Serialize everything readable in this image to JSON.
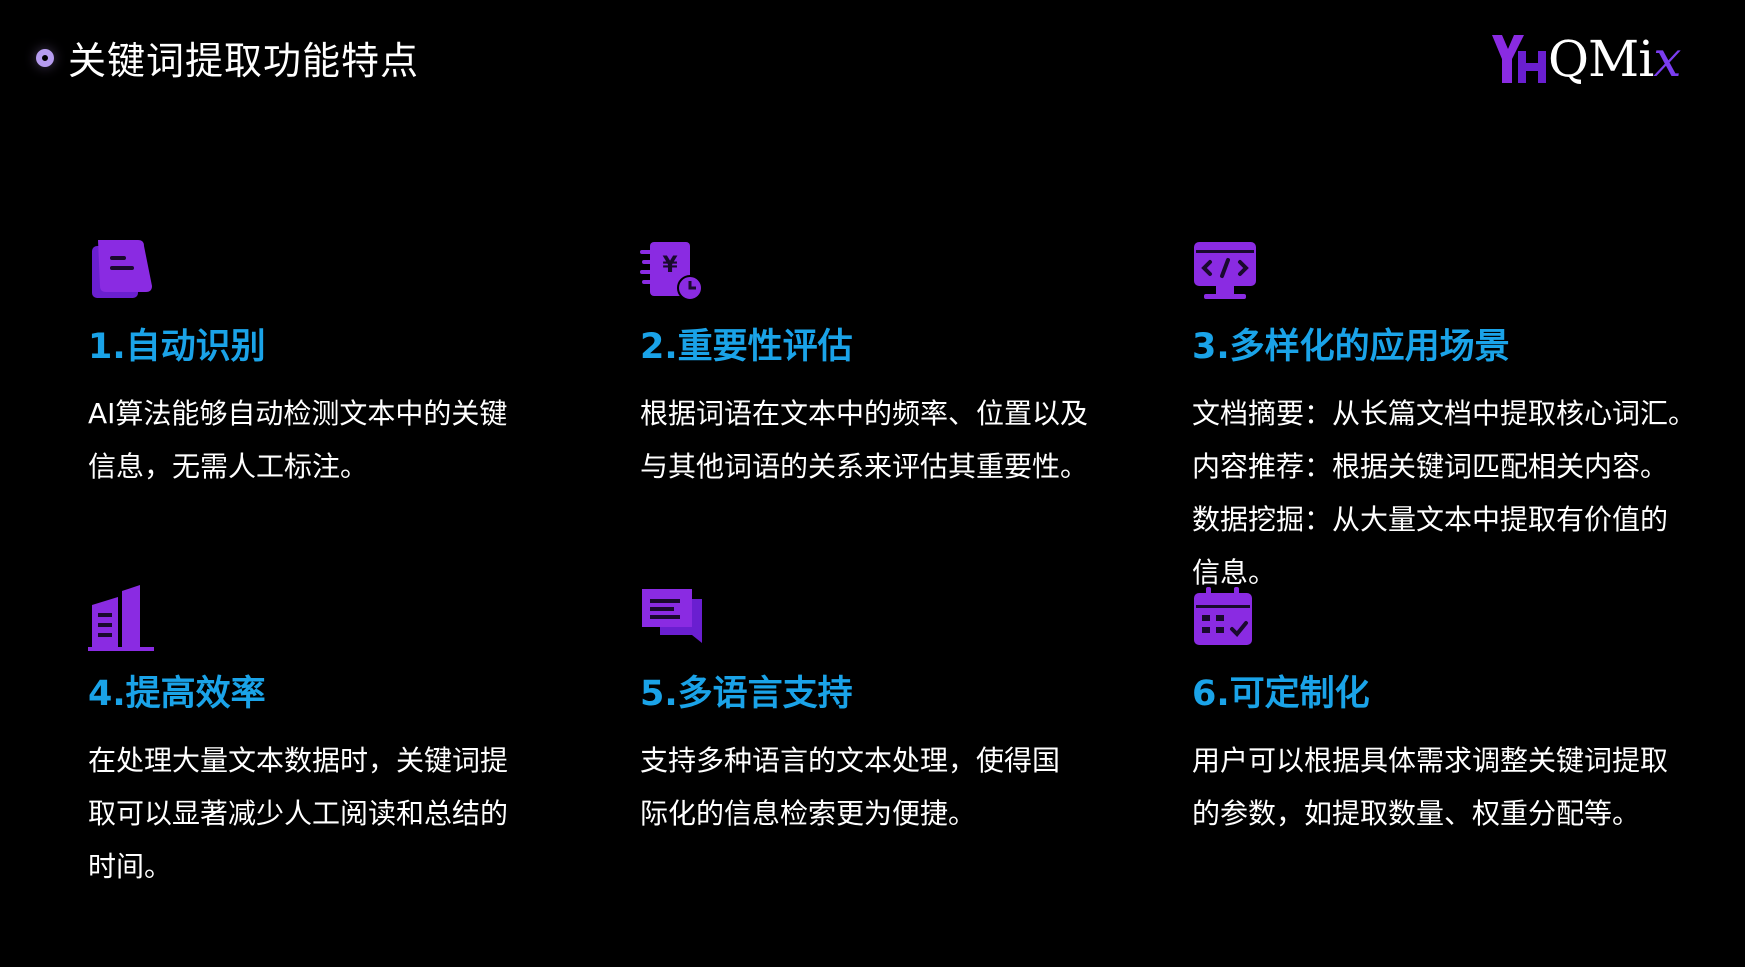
{
  "header": {
    "title": "关键词提取功能特点",
    "logo_text": "QMi",
    "logo_accent": "x"
  },
  "colors": {
    "background": "#000000",
    "accent_purple": "#8a2be2",
    "title_blue": "#1aa3e8"
  },
  "features": [
    {
      "icon": "document-note-icon",
      "title": "1.自动识别",
      "lines": [
        "AI算法能够自动检测文本中的关键",
        "信息，无需人工标注。"
      ]
    },
    {
      "icon": "yuen-clock-icon",
      "title": "2.重要性评估",
      "lines": [
        "根据词语在文本中的频率、位置以及",
        "与其他词语的关系来评估其重要性。"
      ]
    },
    {
      "icon": "code-monitor-icon",
      "title": "3.多样化的应用场景",
      "lines": [
        "文档摘要：从长篇文档中提取核心词汇。",
        "内容推荐：根据关键词匹配相关内容。",
        "数据挖掘：从大量文本中提取有价值的",
        "信息。"
      ]
    },
    {
      "icon": "buildings-icon",
      "title": "4.提高效率",
      "lines": [
        "在处理大量文本数据时，关键词提",
        "取可以显著减少人工阅读和总结的",
        "时间。"
      ]
    },
    {
      "icon": "chat-lines-icon",
      "title": "5.多语言支持",
      "lines": [
        "支持多种语言的文本处理，使得国",
        "际化的信息检索更为便捷。"
      ]
    },
    {
      "icon": "calendar-check-icon",
      "title": "6.可定制化",
      "lines": [
        "用户可以根据具体需求调整关键词提取",
        "的参数，如提取数量、权重分配等。"
      ]
    }
  ]
}
